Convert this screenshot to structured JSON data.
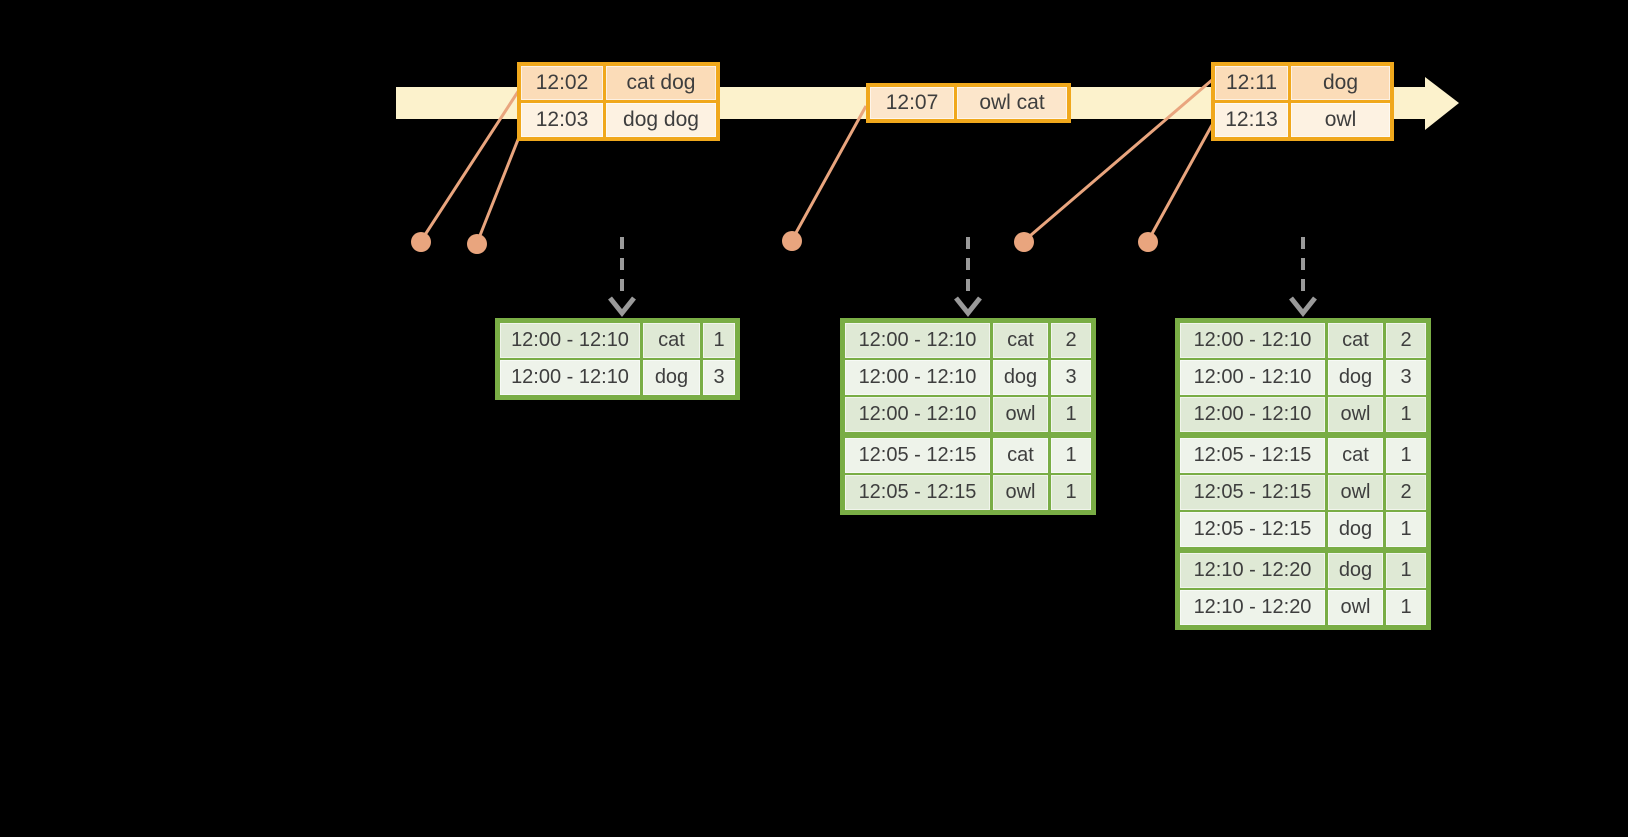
{
  "colors": {
    "background": "#000000",
    "timeline_band": "#fcf2cc",
    "event_border": "#f0a81c",
    "event_row_dark": "#fbdcb8",
    "event_row_light": "#fdf2e2",
    "event_row_mid": "#fce6cb",
    "connector": "#e9a57e",
    "trigger_arrow": "#9a9a9a",
    "result_border": "#79ad45",
    "result_row_dark": "#dfe9d5",
    "result_row_light": "#eef3ea",
    "cell_text": "#3e3e3e"
  },
  "timeline": {
    "event_tables": [
      {
        "name": "events-batch-1",
        "rows": [
          {
            "time": "12:02",
            "words": "cat dog"
          },
          {
            "time": "12:03",
            "words": "dog dog"
          }
        ]
      },
      {
        "name": "events-batch-2",
        "rows": [
          {
            "time": "12:07",
            "words": "owl cat"
          }
        ]
      },
      {
        "name": "events-batch-3",
        "rows": [
          {
            "time": "12:11",
            "words": "dog"
          },
          {
            "time": "12:13",
            "words": "owl"
          }
        ]
      }
    ]
  },
  "result_tables": [
    {
      "name": "result-table-1",
      "rows": [
        {
          "window": "12:00 - 12:10",
          "word": "cat",
          "count": 1
        },
        {
          "window": "12:00 - 12:10",
          "word": "dog",
          "count": 3
        }
      ]
    },
    {
      "name": "result-table-2",
      "rows": [
        {
          "window": "12:00 - 12:10",
          "word": "cat",
          "count": 2
        },
        {
          "window": "12:00 - 12:10",
          "word": "dog",
          "count": 3
        },
        {
          "window": "12:00 - 12:10",
          "word": "owl",
          "count": 1
        },
        {
          "window": "12:05 - 12:15",
          "word": "cat",
          "count": 1
        },
        {
          "window": "12:05 - 12:15",
          "word": "owl",
          "count": 1
        }
      ]
    },
    {
      "name": "result-table-3",
      "rows": [
        {
          "window": "12:00 - 12:10",
          "word": "cat",
          "count": 2
        },
        {
          "window": "12:00 - 12:10",
          "word": "dog",
          "count": 3
        },
        {
          "window": "12:00 - 12:10",
          "word": "owl",
          "count": 1
        },
        {
          "window": "12:05 - 12:15",
          "word": "cat",
          "count": 1
        },
        {
          "window": "12:05 - 12:15",
          "word": "owl",
          "count": 2
        },
        {
          "window": "12:05 - 12:15",
          "word": "dog",
          "count": 1
        },
        {
          "window": "12:10 - 12:20",
          "word": "dog",
          "count": 1
        },
        {
          "window": "12:10 - 12:20",
          "word": "owl",
          "count": 1
        }
      ]
    }
  ]
}
